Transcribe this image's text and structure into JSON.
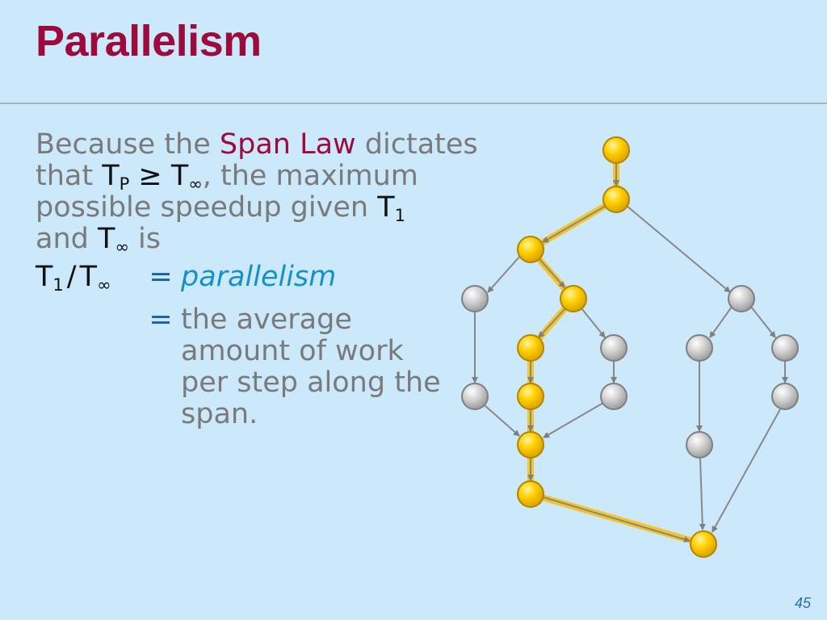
{
  "slide": {
    "title": "Parallelism",
    "page_number": "45"
  },
  "body": {
    "line1_a": "Because the ",
    "span_law": "Span Law",
    "line1_b": " dictates",
    "line2_a": "that ",
    "tp_sym": "T",
    "tp_sub": "P",
    "geq_mid": " ≥ ",
    "tinf_sym": "T",
    "tinf_sub": "∞",
    "line2_b": ", the maximum",
    "line3_a": "possible speedup given ",
    "t1_sym": "T",
    "t1_sub": "1",
    "line4_a": "and ",
    "tinf2_sym": "T",
    "tinf2_sub": "∞",
    "line4_b": " is"
  },
  "formula": {
    "lhs_t1": "T",
    "lhs_t1_sub": "1",
    "slash": "/",
    "lhs_tinf": "T",
    "lhs_tinf_sub": "∞",
    "eq1": "=",
    "parallelism": "parallelism",
    "eq2": "=",
    "definition": "the average amount of work per step along the span."
  },
  "colors": {
    "background": "#cce9fb",
    "title": "#9c0b3c",
    "span_node": "#ffc800",
    "other_node": "#c4c4c4",
    "span_highlight": "#f5c528",
    "edge": "#888888"
  }
}
